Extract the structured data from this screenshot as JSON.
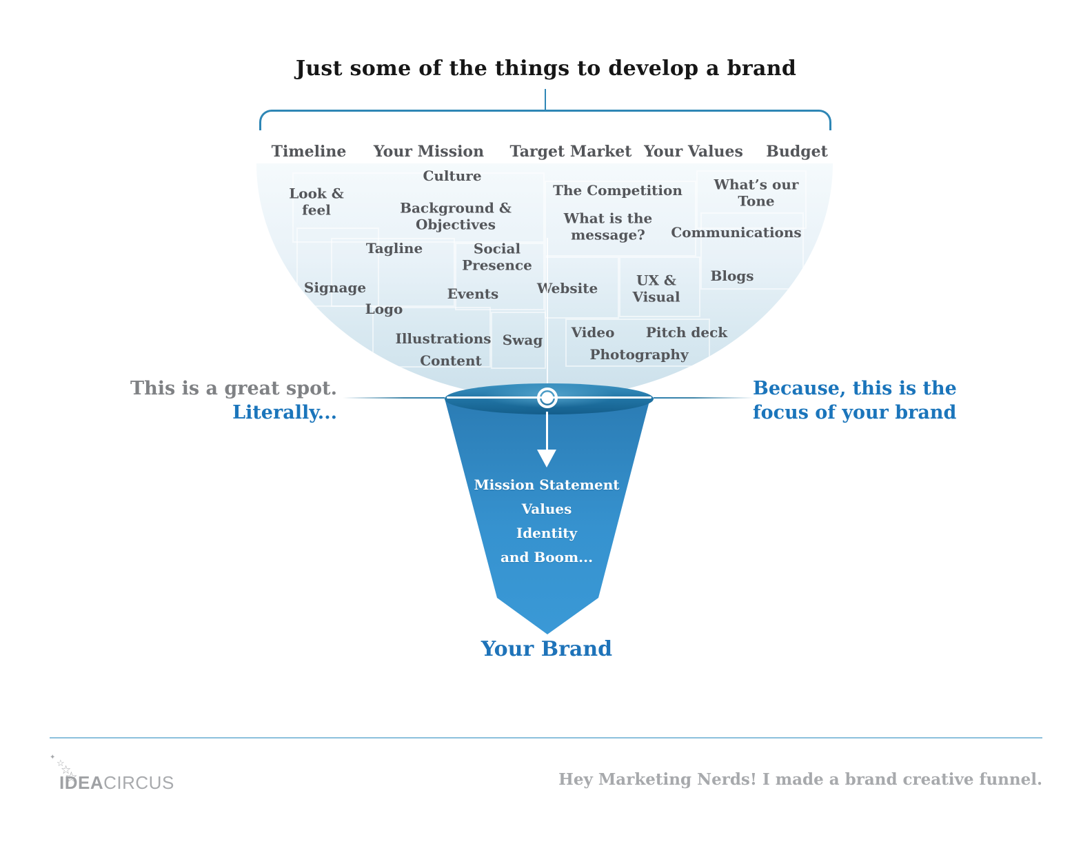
{
  "title": "Just some of the things to develop a brand",
  "bracket_labels": [
    "Timeline",
    "Your Mission",
    "Target Market",
    "Your Values",
    "Budget"
  ],
  "bowl": {
    "items": [
      {
        "label": "Culture"
      },
      {
        "label": "Look &\nfeel"
      },
      {
        "label": "The Competition"
      },
      {
        "label": "What’s our\nTone"
      },
      {
        "label": "Background &\nObjectives"
      },
      {
        "label": "What is the\nmessage?"
      },
      {
        "label": "Communications"
      },
      {
        "label": "Tagline"
      },
      {
        "label": "Social\nPresence"
      },
      {
        "label": "Signage"
      },
      {
        "label": "Events"
      },
      {
        "label": "Website"
      },
      {
        "label": "UX &\nVisual"
      },
      {
        "label": "Blogs"
      },
      {
        "label": "Logo"
      },
      {
        "label": "Video"
      },
      {
        "label": "Pitch deck"
      },
      {
        "label": "Illustrations"
      },
      {
        "label": "Swag"
      },
      {
        "label": "Photography"
      },
      {
        "label": "Content"
      }
    ]
  },
  "annotations": {
    "left_line1": "This is a great spot.",
    "left_line2": "Literally...",
    "right": "Because, this is the\nfocus of your brand"
  },
  "funnel": {
    "stages": [
      "Mission Statement",
      "Values",
      "Identity",
      "and Boom..."
    ],
    "output_label": "Your Brand"
  },
  "icons": {
    "star_small": "✦",
    "star_outline": "☆",
    "target": "bullseye-css-circles",
    "arrow_down": "css-triangle"
  },
  "footer": {
    "logo_part1": "IDEA",
    "logo_part2": "CIRCUS",
    "tagline": "Hey Marketing Nerds! I made a brand creative funnel."
  },
  "colors": {
    "accent_blue": "#1b75bb",
    "bracket_blue": "#2e86b5",
    "funnel_top": "#2b7cb4",
    "funnel_bottom": "#3a99d6",
    "lens_dark": "#145e8b",
    "bowl_light": "#cbe0eb",
    "label_gray": "#54565a",
    "muted_gray": "#a7a9ac"
  }
}
